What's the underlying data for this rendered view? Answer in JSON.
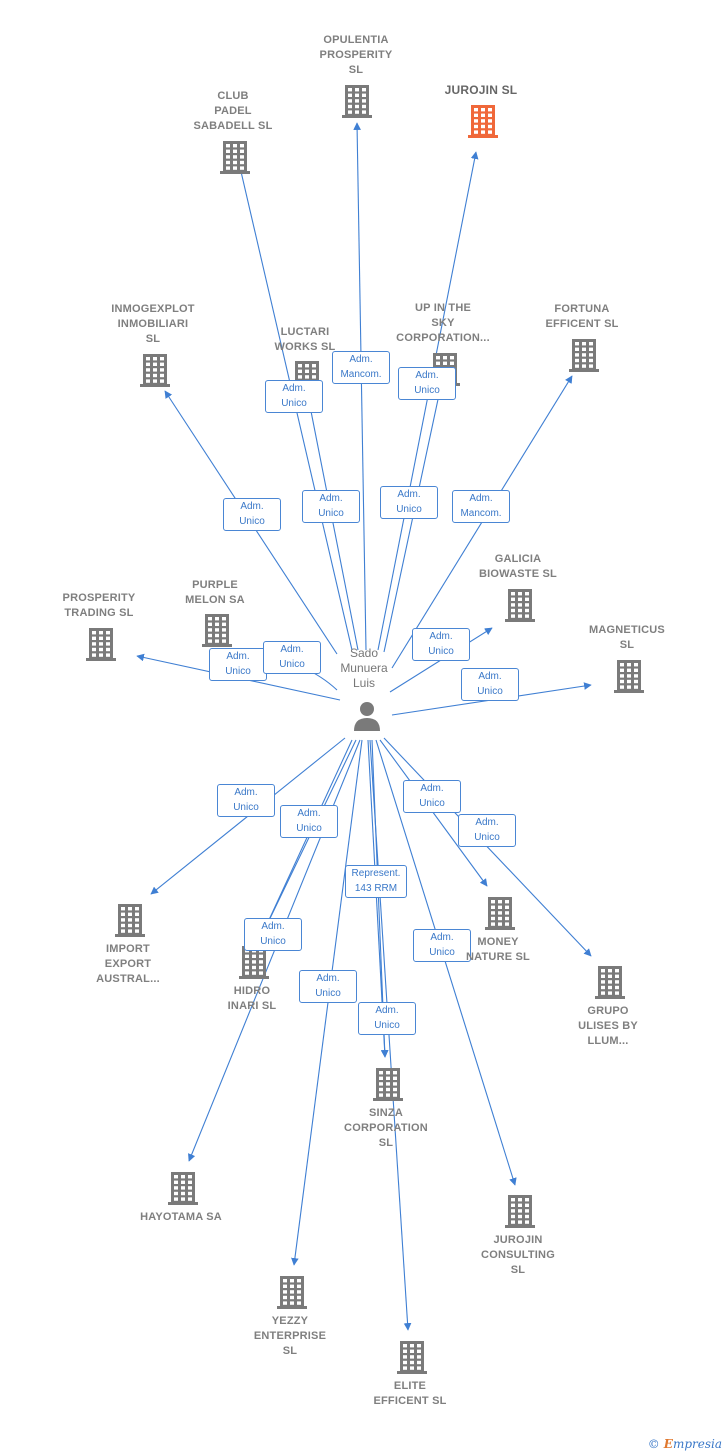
{
  "colors": {
    "edge": "#3f7fd3",
    "building": "#7a7a7a",
    "building_main": "#f0683a",
    "person": "#7a7a7a"
  },
  "person": {
    "name": "Sado\nMunuera\nLuis",
    "icon": "person-icon"
  },
  "nodes": [
    {
      "id": "opulentia",
      "label": "OPULENTIA\nPROSPERITY\nSL",
      "icon": "building-icon"
    },
    {
      "id": "jurojin",
      "label": "JUROJIN SL",
      "icon": "building-icon",
      "main": true
    },
    {
      "id": "clubpadel",
      "label": "CLUB\nPADEL\nSABADELL SL",
      "icon": "building-icon"
    },
    {
      "id": "inmogexplot",
      "label": "INMOGEXPLOT\nINMOBILIARI\nSL",
      "icon": "building-icon"
    },
    {
      "id": "luctari",
      "label": "LUCTARI\nWORKS SL",
      "icon": "building-icon"
    },
    {
      "id": "upinthesky",
      "label": "UP IN THE\nSKY\nCORPORATION...",
      "icon": "building-icon"
    },
    {
      "id": "fortuna",
      "label": "FORTUNA\nEFFICENT SL",
      "icon": "building-icon"
    },
    {
      "id": "galicia",
      "label": "GALICIA\nBIOWASTE SL",
      "icon": "building-icon"
    },
    {
      "id": "prosperity",
      "label": "PROSPERITY\nTRADING SL",
      "icon": "building-icon"
    },
    {
      "id": "purple",
      "label": "PURPLE\nMELON SA",
      "icon": "building-icon"
    },
    {
      "id": "magneticus",
      "label": "MAGNETICUS\nSL",
      "icon": "building-icon"
    },
    {
      "id": "importexport",
      "label": "IMPORT\nEXPORT\nAUSTRAL...",
      "icon": "building-icon"
    },
    {
      "id": "hidro",
      "label": "HIDRO\nINARI SL",
      "icon": "building-icon"
    },
    {
      "id": "money",
      "label": "MONEY\nNATURE SL",
      "icon": "building-icon"
    },
    {
      "id": "grupo",
      "label": "GRUPO\nULISES BY\nLLUM...",
      "icon": "building-icon"
    },
    {
      "id": "sinza",
      "label": "SINZA\nCORPORATION\nSL",
      "icon": "building-icon"
    },
    {
      "id": "hayotama",
      "label": "HAYOTAMA SA",
      "icon": "building-icon"
    },
    {
      "id": "jurojinconsulting",
      "label": "JUROJIN\nCONSULTING\nSL",
      "icon": "building-icon"
    },
    {
      "id": "yezzy",
      "label": "YEZZY\nENTERPRISE\nSL",
      "icon": "building-icon"
    },
    {
      "id": "elite",
      "label": "ELITE\nEFFICENT SL",
      "icon": "building-icon"
    }
  ],
  "edges": [
    {
      "to": "opulentia",
      "label": "Adm.\nMancom."
    },
    {
      "to": "jurojin",
      "label": "Adm.\nUnico"
    },
    {
      "to": "clubpadel",
      "label": "Adm.\nUnico"
    },
    {
      "to": "inmogexplot",
      "label": "Adm.\nUnico"
    },
    {
      "to": "luctari",
      "label": "Adm.\nUnico"
    },
    {
      "to": "upinthesky",
      "label": "Adm.\nUnico"
    },
    {
      "to": "fortuna",
      "label": "Adm.\nMancom."
    },
    {
      "to": "galicia",
      "label": "Adm.\nUnico"
    },
    {
      "to": "prosperity",
      "label": "Adm.\nUnico"
    },
    {
      "to": "purple",
      "label": "Adm.\nUnico"
    },
    {
      "to": "magneticus",
      "label": "Adm.\nUnico"
    },
    {
      "to": "importexport",
      "label": "Adm.\nUnico"
    },
    {
      "to": "hidro",
      "label": "Adm.\nUnico"
    },
    {
      "to": "hidro",
      "label": "Adm.\nUnico"
    },
    {
      "to": "money",
      "label": "Adm.\nUnico"
    },
    {
      "to": "grupo",
      "label": "Adm.\nUnico"
    },
    {
      "to": "sinza",
      "label": "Represent.\n143 RRM"
    },
    {
      "to": "sinza",
      "label": "Adm.\nUnico"
    },
    {
      "to": "hayotama",
      "label": "Adm.\nUnico"
    },
    {
      "to": "jurojinconsulting",
      "label": "Adm.\nUnico"
    },
    {
      "to": "yezzy",
      "label": "Adm.\nUnico"
    },
    {
      "to": "elite",
      "label": "Adm.\nUnico"
    }
  ],
  "footer": {
    "copyright": "©",
    "brand_initial": "E",
    "brand_rest": "mpresia"
  }
}
